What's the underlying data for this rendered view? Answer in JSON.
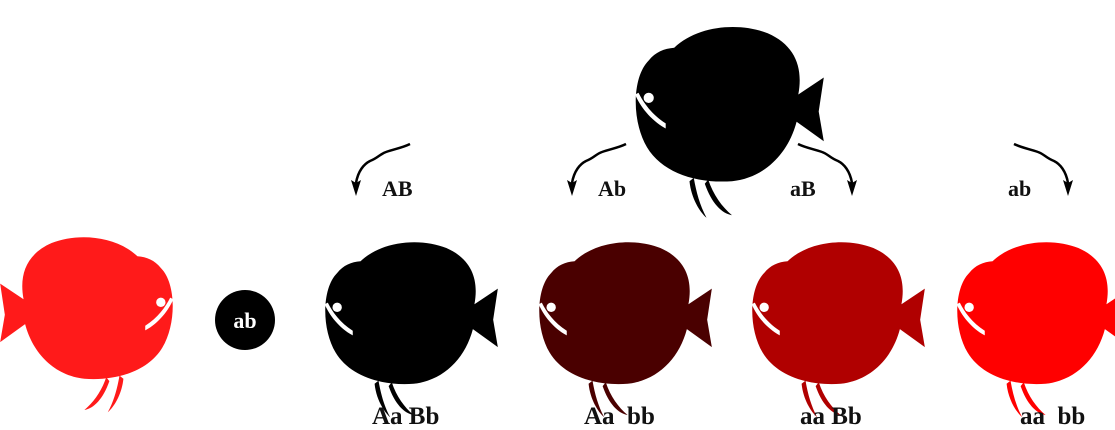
{
  "colors": {
    "black": "#000000",
    "dark_brown": "#4a0000",
    "dark_red": "#b00000",
    "red": "#ff0000",
    "left_parent": "#ff1a1a"
  },
  "female_gamete": "ab",
  "gametes": [
    "AB",
    "Ab",
    "aB",
    "ab"
  ],
  "offspring": [
    {
      "genotype": "Aa Bb",
      "color": "#000000"
    },
    {
      "genotype": "Aa  bb",
      "color": "#4a0000"
    },
    {
      "genotype": "aa Bb",
      "color": "#b00000"
    },
    {
      "genotype": "aa  bb",
      "color": "#ff0000"
    }
  ],
  "icons": [
    "discus-fish-icon",
    "sperm-arrow-icon",
    "egg-icon"
  ]
}
